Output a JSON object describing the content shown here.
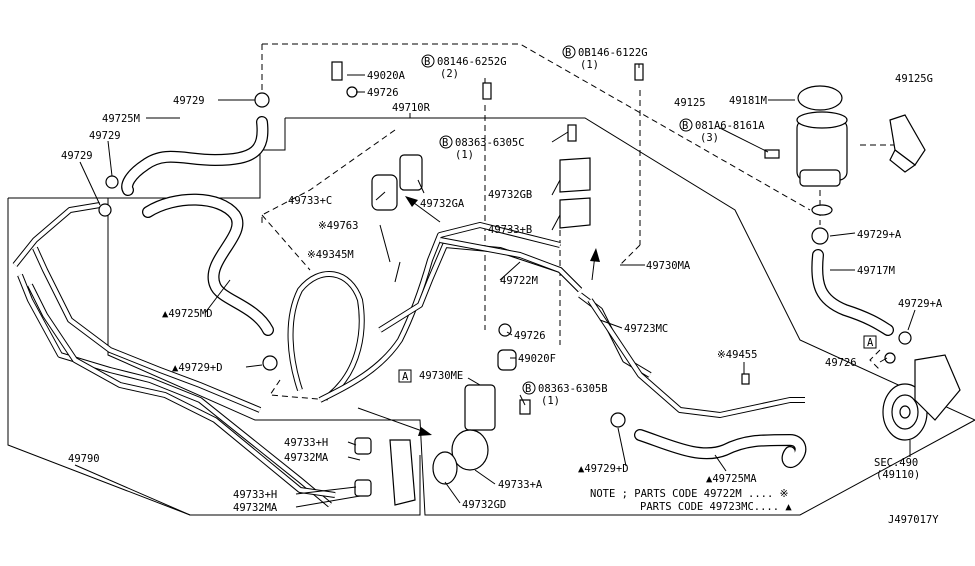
{
  "diagram_code": "J497017Y",
  "labels": {
    "l_49729_top": "49729",
    "l_49725M": "49725M",
    "l_49729_a": "49729",
    "l_49729_b": "49729",
    "l_49020A": "49020A",
    "l_49726_top": "49726",
    "l_49710R": "49710R",
    "l_08146_6252G": "08146-6252G",
    "l_08146_6252G_qty": "(2)",
    "l_08146_6122G": "0B146-6122G",
    "l_08146_6122G_qty": "(1)",
    "l_49125G": "49125G",
    "l_49125": "49125",
    "l_49181M": "49181M",
    "l_081A6": "081A6-8161A",
    "l_081A6_qty": "(3)",
    "l_08363_6305C": "08363-6305C",
    "l_08363_6305C_qty": "(1)",
    "l_49733C": "49733+C",
    "l_49732GA": "49732GA",
    "l_49732GB": "49732GB",
    "l_49733B": "49733+B",
    "l_49763": "※49763",
    "l_49345M": "※49345M",
    "l_49730MA": "49730MA",
    "l_49729A_1": "49729+A",
    "l_49717M": "49717M",
    "l_49729A_2": "49729+A",
    "l_49725MD": "▲49725MD",
    "l_49722M": "49722M",
    "l_49723MC": "49723MC",
    "l_49726_mid": "49726",
    "l_49729D_1": "▲49729+D",
    "l_49020F": "49020F",
    "l_49726_right": "49726",
    "l_49455": "※49455",
    "l_49730ME": "49730ME",
    "l_08363_6305B": "08363-6305B",
    "l_08363_6305B_qty": "(1)",
    "l_49733H_1": "49733+H",
    "l_49732MA_1": "49732MA",
    "l_49790": "49790",
    "l_49733A": "49733+A",
    "l_49729D_2": "▲49729+D",
    "l_49725MA": "▲49725MA",
    "l_sec490": "SEC.490",
    "l_sec490_sub": "(49110)",
    "l_49733H_2": "49733+H",
    "l_49732MA_2": "49732MA",
    "l_49732GD": "49732GD",
    "ref_A": "A",
    "bolt_B": "B"
  },
  "note": {
    "line1": "NOTE ; PARTS CODE 49722M .... ※",
    "line2": "PARTS CODE 49723MC.... ▲"
  }
}
